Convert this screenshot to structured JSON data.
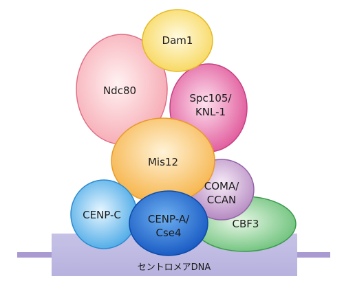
{
  "diagram": {
    "dna": {
      "label": "セントロメアDNA"
    },
    "proteins": {
      "dam1": {
        "label": "Dam1"
      },
      "ndc80": {
        "label": "Ndc80"
      },
      "spc105": {
        "line1": "Spc105/",
        "line2": "KNL-1"
      },
      "mis12": {
        "label": "Mis12"
      },
      "coma": {
        "line1": "COMA/",
        "line2": "CCAN"
      },
      "cenpc": {
        "label": "CENP-C"
      },
      "cenpa": {
        "line1": "CENP-A/",
        "line2": "Cse4"
      },
      "cbf3": {
        "label": "CBF3"
      }
    }
  }
}
